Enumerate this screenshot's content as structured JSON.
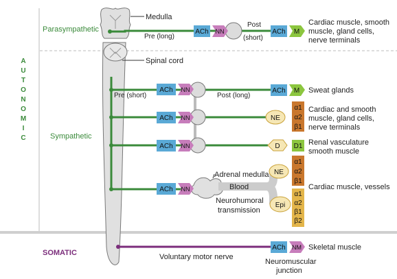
{
  "side_label": "AUTONOMIC",
  "sections": {
    "parasympathetic": "Parasympathetic",
    "sympathetic": "Sympathetic",
    "somatic": "SOMATIC"
  },
  "anatomy": {
    "medulla": "Medulla",
    "spinal_cord": "Spinal cord",
    "adrenal_medulla": "Adrenal medulla"
  },
  "fiber_labels": {
    "para_pre": "Pre (long)",
    "para_post_1": "Post",
    "para_post_2": "(short)",
    "symp_pre": "Pre (short)",
    "symp_post": "Post (long)",
    "somatic_nerve": "Voluntary motor nerve",
    "blood": "Blood",
    "neurohumoral_1": "Neurohumoral",
    "neurohumoral_2": "transmission",
    "nmj_1": "Neuromuscular",
    "nmj_2": "junction"
  },
  "transmitters": {
    "ach": "ACh",
    "ne": "NE",
    "d": "D",
    "epi": "Epi"
  },
  "receptors": {
    "nn": "NN",
    "nm": "NM",
    "m": "M",
    "d1": "D1",
    "alpha1": "α1",
    "alpha2": "α2",
    "beta1": "β1",
    "beta2": "β2"
  },
  "targets": {
    "para_1": "Cardiac muscle, smooth",
    "para_2": "muscle, gland cells,",
    "para_3": "nerve terminals",
    "sweat": "Sweat glands",
    "cardiac_1": "Cardiac and smooth",
    "cardiac_2": "muscle, gland cells,",
    "cardiac_3": "nerve terminals",
    "renal_1": "Renal vasculature",
    "renal_2": "smooth muscle",
    "adrenal": "Cardiac muscle, vessels",
    "skeletal": "Skeletal muscle"
  },
  "colors": {
    "green_nerve": "#3a8a3a",
    "purple_nerve": "#7b2d7b",
    "ach_box": "#5aa9d6",
    "nicotinic": "#c77dbb",
    "muscarinic": "#8cc63f",
    "ne_circle": "#f6e7b5",
    "adrenergic": "#c9772d",
    "adrenergic_light": "#e3b54a",
    "cord": "#dddddd"
  }
}
